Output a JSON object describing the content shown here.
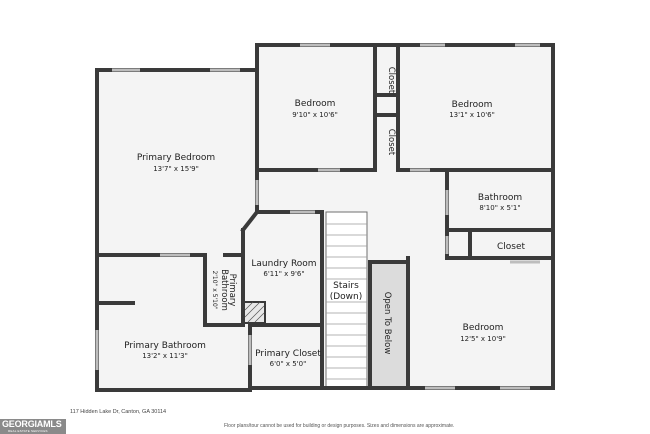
{
  "rooms": {
    "primary_bedroom": {
      "name": "Primary Bedroom",
      "dims": "13'7\" x 15'9\""
    },
    "bedroom_1": {
      "name": "Bedroom",
      "dims": "9'10\" x 10'6\""
    },
    "bedroom_2": {
      "name": "Bedroom",
      "dims": "13'1\" x 10'6\""
    },
    "closet_top": {
      "name": "Closet"
    },
    "closet_mid": {
      "name": "Closet"
    },
    "bathroom": {
      "name": "Bathroom",
      "dims": "8'10\" x 5'1\""
    },
    "closet_right": {
      "name": "Closet"
    },
    "laundry": {
      "name": "Laundry Room",
      "dims": "6'11\" x 9'6\""
    },
    "primary_bath_small": {
      "name_line1": "Primary",
      "name_line2": "Bathroom",
      "dims": "2'10\" x 5'10\""
    },
    "stairs": {
      "name_line1": "Stairs",
      "name_line2": "(Down)"
    },
    "open_below": {
      "name": "Open To Below"
    },
    "bedroom_3": {
      "name": "Bedroom",
      "dims": "12'5\" x 10'9\""
    },
    "primary_bathroom": {
      "name": "Primary Bathroom",
      "dims": "13'2\" x 11'3\""
    },
    "primary_closet": {
      "name": "Primary Closet",
      "dims": "6'0\" x 5'0\""
    }
  },
  "footer": {
    "address": "117 Hidden Lake Dr, Canton, GA 30114",
    "disclaimer": "Floor plans/tour cannot be used for building or design purposes. Sizes and dimensions are approximate."
  },
  "logo": {
    "name": "GEORGIAMLS",
    "tagline": "REAL ESTATE SERVICES"
  },
  "colors": {
    "wall": "#3a3a3a",
    "floor": "#f4f4f4",
    "stairs": "#ffffff",
    "open_below": "#dcdcdc"
  }
}
